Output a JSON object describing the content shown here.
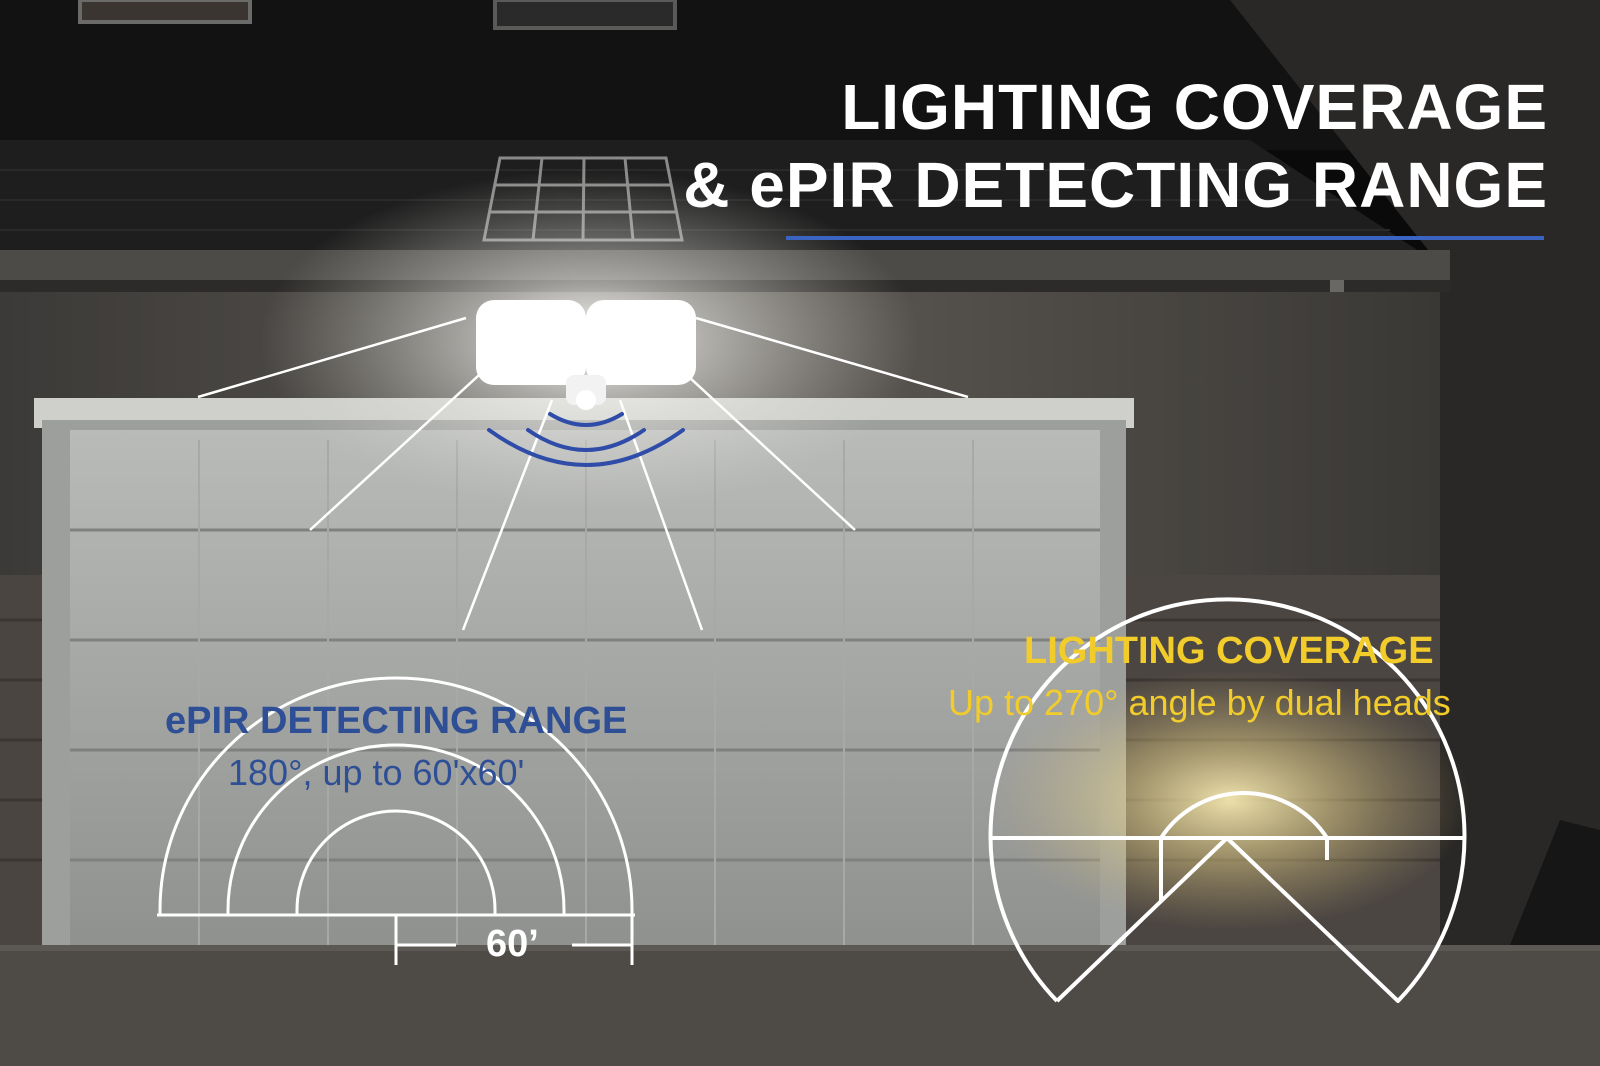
{
  "title": {
    "line1": "LIGHTING COVERAGE",
    "line2": "& ePIR DETECTING RANGE"
  },
  "epir": {
    "heading": "ePIR DETECTING RANGE",
    "detail": "180°, up to 60'x60'",
    "distance_label": "60’"
  },
  "lighting": {
    "heading": "LIGHTING COVERAGE",
    "detail": "Up to 270° angle by dual heads"
  },
  "colors": {
    "accent_blue": "#2e4f96",
    "rule_blue": "#3a63c2",
    "coverage_yellow": "#f2cc2a",
    "line_white": "#ffffff"
  }
}
